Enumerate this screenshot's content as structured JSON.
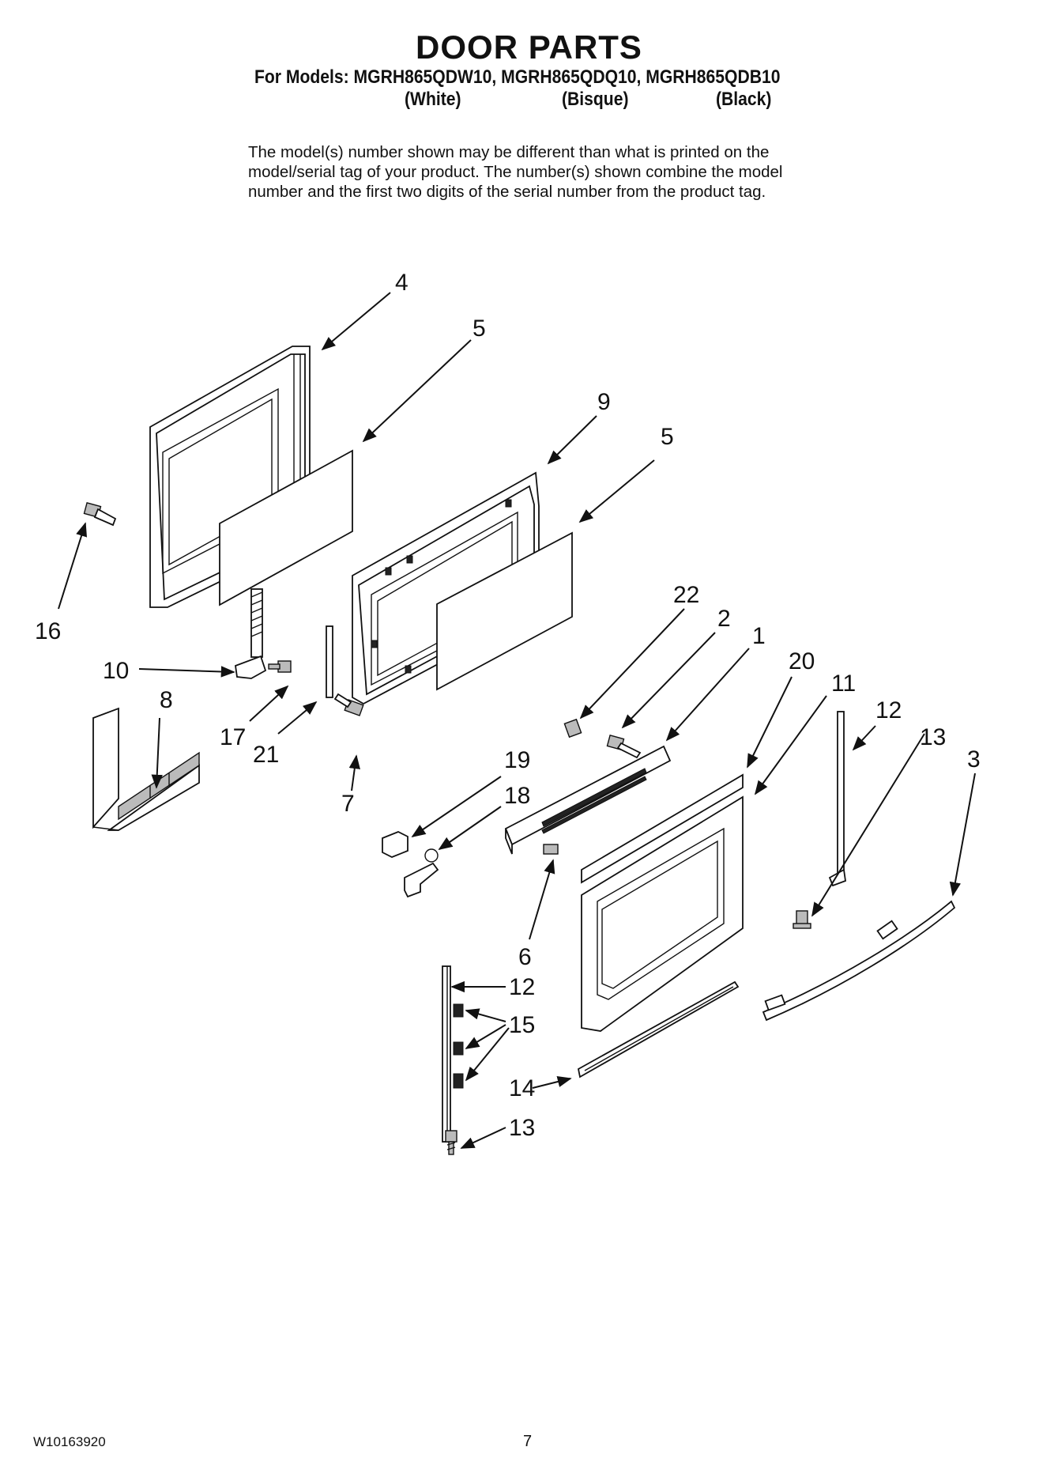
{
  "title": "DOOR PARTS",
  "models_line": "For Models: MGRH865QDW10, MGRH865QDQ10, MGRH865QDB10",
  "colors": [
    "(White)",
    "(Bisque)",
    "(Black)"
  ],
  "note_lines": [
    "The model(s) number shown may be different than what is printed on the",
    "model/serial tag of your product. The number(s) shown combine the model",
    "number and the first two digits of the serial number from the product tag."
  ],
  "callouts": [
    "4",
    "5",
    "9",
    "5",
    "16",
    "22",
    "2",
    "1",
    "20",
    "11",
    "12",
    "13",
    "3",
    "10",
    "8",
    "17",
    "21",
    "7",
    "19",
    "18",
    "6",
    "12",
    "15",
    "14",
    "13"
  ],
  "footer": {
    "doc_number": "W10163920",
    "page": "7"
  }
}
